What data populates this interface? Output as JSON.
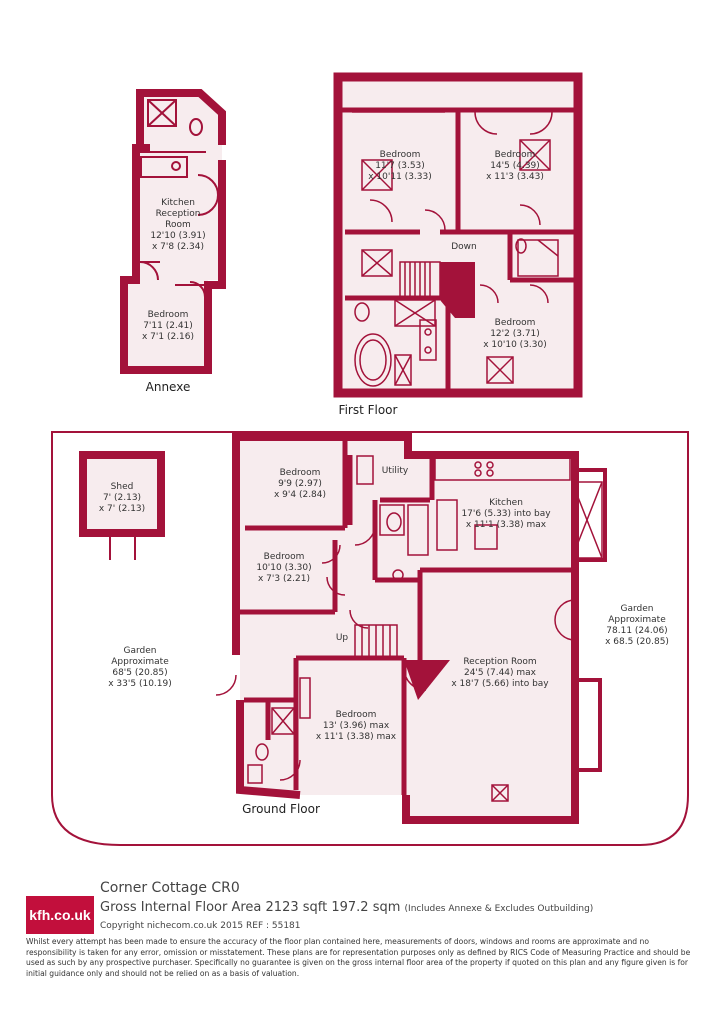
{
  "colors": {
    "wall": "#a3123a",
    "floor": "#f7ecee",
    "fixture": "#a3123a",
    "brand": "#c20f3c"
  },
  "floors": {
    "annexe": "Annexe",
    "first": "First Floor",
    "ground": "Ground Floor"
  },
  "rooms": {
    "annexe_kitchen": {
      "name1": "Kitchen",
      "name2": "Reception",
      "name3": "Room",
      "dim1": "12'10 (3.91)",
      "dim2": "x 7'8 (2.34)"
    },
    "annexe_bedroom": {
      "name": "Bedroom",
      "dim1": "7'11 (2.41)",
      "dim2": "x 7'1 (2.16)"
    },
    "ff_bed1": {
      "name": "Bedroom",
      "dim1": "11'7 (3.53)",
      "dim2": "x 10'11 (3.33)"
    },
    "ff_bed2": {
      "name": "Bedroom",
      "dim1": "14'5 (4.39)",
      "dim2": "x 11'3 (3.43)"
    },
    "ff_bed3": {
      "name": "Bedroom",
      "dim1": "12'2 (3.71)",
      "dim2": "x 10'10 (3.30)"
    },
    "ff_down": "Down",
    "shed": {
      "name": "Shed",
      "dim1": "7' (2.13)",
      "dim2": "x 7' (2.13)"
    },
    "gf_bed1": {
      "name": "Bedroom",
      "dim1": "9'9 (2.97)",
      "dim2": "x 9'4 (2.84)"
    },
    "gf_bed2": {
      "name": "Bedroom",
      "dim1": "10'10 (3.30)",
      "dim2": "x 7'3 (2.21)"
    },
    "gf_bed3": {
      "name": "Bedroom",
      "dim1": "13' (3.96) max",
      "dim2": "x 11'1 (3.38) max"
    },
    "utility": "Utility",
    "kitchen": {
      "name": "Kitchen",
      "dim1": "17'6 (5.33) into bay",
      "dim2": "x 11'1 (3.38) max"
    },
    "reception": {
      "name": "Reception Room",
      "dim1": "24'5 (7.44) max",
      "dim2": "x 18'7 (5.66) into bay"
    },
    "gf_up": "Up",
    "garden_left": {
      "name1": "Garden",
      "name2": "Approximate",
      "dim1": "68'5 (20.85)",
      "dim2": "x 33'5 (10.19)"
    },
    "garden_right": {
      "name1": "Garden",
      "name2": "Approximate",
      "dim1": "78.11 (24.06)",
      "dim2": "x 68.5 (20.85)"
    }
  },
  "footer": {
    "logo": "kfh.co.uk",
    "title": "Corner Cottage  CR0",
    "area": "Gross Internal Floor Area 2123 sqft 197.2 sqm",
    "area_note": "(Includes Annexe & Excludes Outbuilding)",
    "copyright": "Copyright nichecom.co.uk 2015 REF : 55181",
    "disclaimer": "Whilst every attempt has been made to ensure the accuracy of the floor plan contained here, measurements of doors, windows and rooms are approximate and no responsibility is taken for any error, omission or misstatement. These plans are for representation purposes only as defined by RICS Code of Measuring Practice and should be used as such by any prospective purchaser. Specifically no guarantee is given on the gross internal floor area of the property if quoted on this plan and any figure given is for initial guidance only and should not be relied on as a basis of valuation."
  }
}
